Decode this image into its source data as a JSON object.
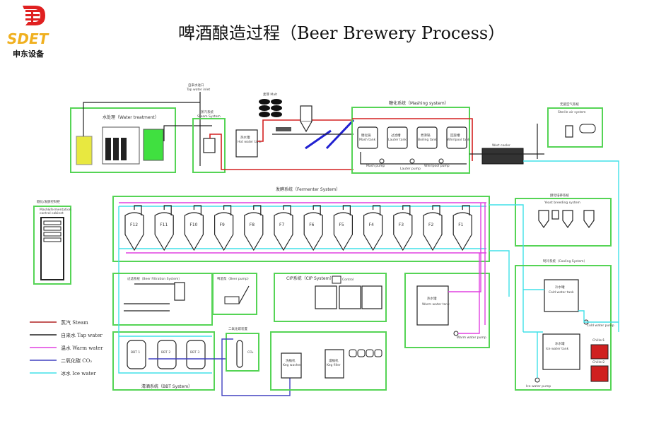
{
  "logo": {
    "mark": "SDET",
    "company": "申东设备",
    "colors": {
      "red": "#e02020",
      "yellow": "#f0b020"
    }
  },
  "title": "啤酒酿造过程（Beer Brewery Process）",
  "water_treatment": {
    "label": "水处理（Water treatment）"
  },
  "tap_water_inlet": {
    "cn": "自来水进口",
    "en": "Tap water inlet"
  },
  "steam_system": {
    "cn": "蒸汽系统",
    "en": "Steam System"
  },
  "hot_water_tank": {
    "cn": "热水罐",
    "en": "Hot water tank"
  },
  "malt": {
    "label": "麦芽 Malt"
  },
  "mashing_system": {
    "label": "糖化系统（Mashing system）",
    "tanks": [
      {
        "cn": "糖化锅",
        "en": "Mash tank"
      },
      {
        "cn": "过滤槽",
        "en": "Lauter tank"
      },
      {
        "cn": "煮沸锅",
        "en": "Boiling tank"
      },
      {
        "cn": "回旋槽",
        "en": "Whirlpool tank"
      }
    ],
    "pumps": [
      "Mash pump",
      "Lauter pump",
      "Whirlpool pump"
    ]
  },
  "wort_cooler": {
    "en": "Wort cooler"
  },
  "sterile_air": {
    "cn": "无菌空气系统",
    "en": "Sterile air system"
  },
  "fermenter_system": {
    "label": "发酵系统（Fermenter System）",
    "tanks": [
      "F12",
      "F11",
      "F10",
      "F9",
      "F8",
      "F7",
      "F6",
      "F5",
      "F4",
      "F3",
      "F2",
      "F1"
    ]
  },
  "control_cabinet": {
    "cn": "糖化/发酵控制柜",
    "en1": "Mash&fermentation",
    "en2": "control cabinet"
  },
  "yeast_breeding": {
    "cn": "酵母培养系统",
    "en": "Yeast breeding system"
  },
  "cooling_system": {
    "label": "制冷系统（Cooling System）",
    "cold_tank": {
      "cn": "冷水罐",
      "en": "Cold water tank"
    },
    "cold_pump": "Cold water pump",
    "ice_tank": {
      "cn": "冰水罐",
      "en": "Ice water tank"
    },
    "ice_pump": "Ice water pump",
    "chillers": [
      "Chiller1",
      "Chiller2"
    ]
  },
  "filtration": {
    "label": "过滤系统（Beer Filtration System）"
  },
  "beer_pump": {
    "label": "啤酒泵（Beer pump）"
  },
  "cip": {
    "label": "CIP系统（CIP System）",
    "control": "Control"
  },
  "warm_water": {
    "cn": "热水罐",
    "en": "Warm water tank",
    "pump": "Warm water pump"
  },
  "bbt": {
    "label": "清酒系统（BBT System）",
    "tanks": [
      "BBT 1",
      "BBT 2",
      "BBT 3"
    ]
  },
  "co2_unit": {
    "label": "二氧化碳装置",
    "gas": "CO₂"
  },
  "filling": {
    "keg_washer": {
      "cn": "洗桶机",
      "en": "Keg washer"
    },
    "keg_filler": {
      "cn": "灌桶机",
      "en": "Keg filler"
    }
  },
  "legend": [
    {
      "label": "蒸汽 Steam",
      "color": "#b02020"
    },
    {
      "label": "自来水 Tap water",
      "color": "#222222"
    },
    {
      "label": "温水 Warm water",
      "color": "#e040e0"
    },
    {
      "label": "二氧化碳 CO₂",
      "color": "#4040c0"
    },
    {
      "label": "冰水 Ice water",
      "color": "#40e0e8"
    }
  ]
}
